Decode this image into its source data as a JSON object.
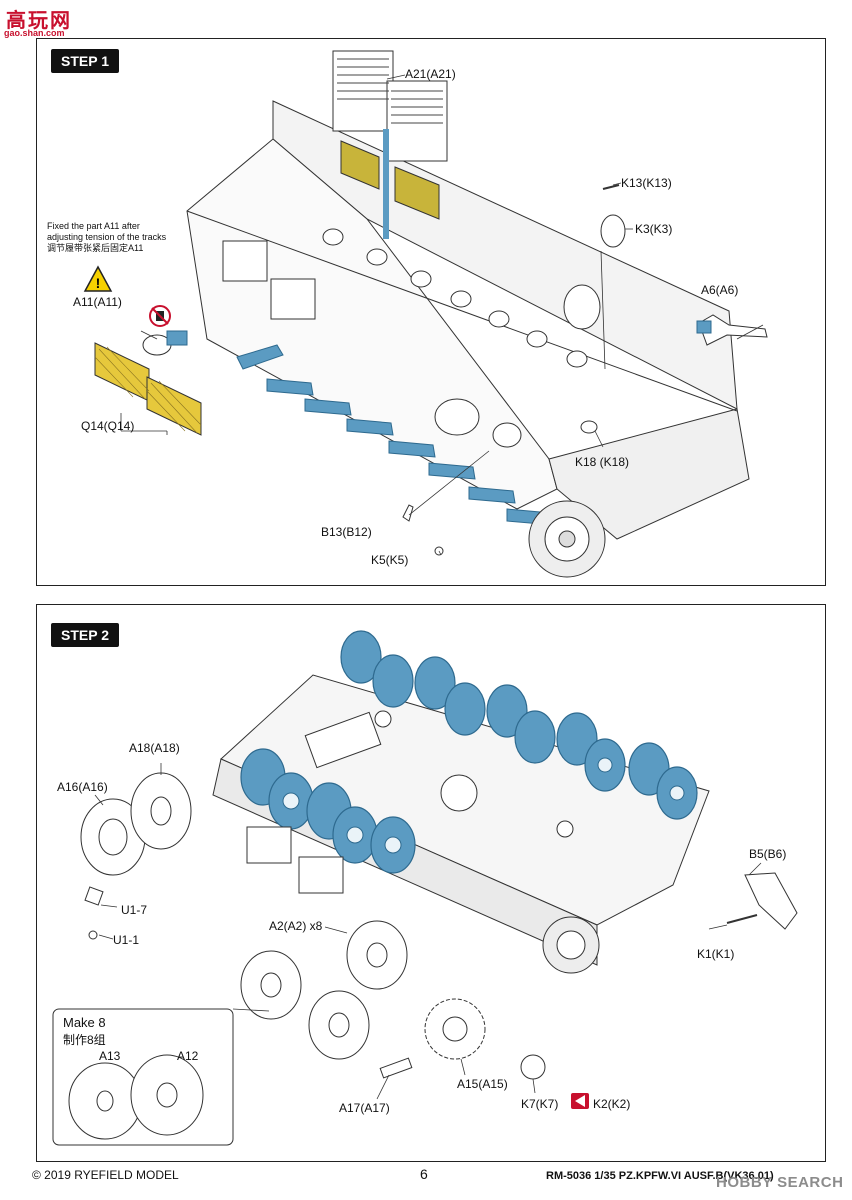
{
  "watermark_top": {
    "logo_chars": "高玩网",
    "site": "gao.shan.com"
  },
  "watermark_bottom": {
    "text": "HOBBY SEARCH"
  },
  "colors": {
    "part_blue": "#5b9bc2",
    "mesh_yellow": "#e6c83c",
    "warning_yellow": "#f5d000",
    "line": "#333333"
  },
  "step1": {
    "tag": "STEP 1",
    "note_line1": "Fixed the part A11 after",
    "note_line2": "adjusting tension of the tracks",
    "note_line3": "调节履带张紧后固定A11",
    "labels": {
      "a21": "A21(A21)",
      "k13": "K13(K13)",
      "k3": "K3(K3)",
      "a6": "A6(A6)",
      "a11": "A11(A11)",
      "q14": "Q14(Q14)",
      "k18": "K18 (K18)",
      "b13": "B13(B12)",
      "k5": "K5(K5)"
    },
    "icons": [
      "warning-icon",
      "glue-icon"
    ]
  },
  "step2": {
    "tag": "STEP 2",
    "labels": {
      "a18": "A18(A18)",
      "a16": "A16(A16)",
      "u17": "U1-7",
      "u11": "U1-1",
      "a2": "A2(A2) x8",
      "b5": "B5(B6)",
      "k1": "K1(K1)",
      "a15": "A15(A15)",
      "a17": "A17(A17)",
      "k7": "K7(K7)",
      "k2": "K2(K2)"
    },
    "make_box": {
      "title": "Make 8",
      "subtitle": "制作8组",
      "a13": "A13",
      "a12": "A12"
    }
  },
  "footer": {
    "copyright": "© 2019 RYEFIELD MODEL",
    "page": "6",
    "product": "RM-5036 1/35  PZ.KPFW.VI AUSF.B(VK36.01)"
  }
}
